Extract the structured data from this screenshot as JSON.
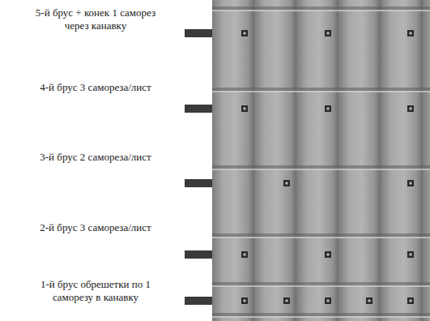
{
  "diagram": {
    "labels": [
      "5-й брус + конек 1 саморез через канавку",
      "4-й брус 3 самореза/лист",
      "3-й брус 2 самореза/лист",
      "2-й брус 3 самореза/лист",
      "1-й брус обрешетки по 1 саморезу в канавку"
    ]
  }
}
